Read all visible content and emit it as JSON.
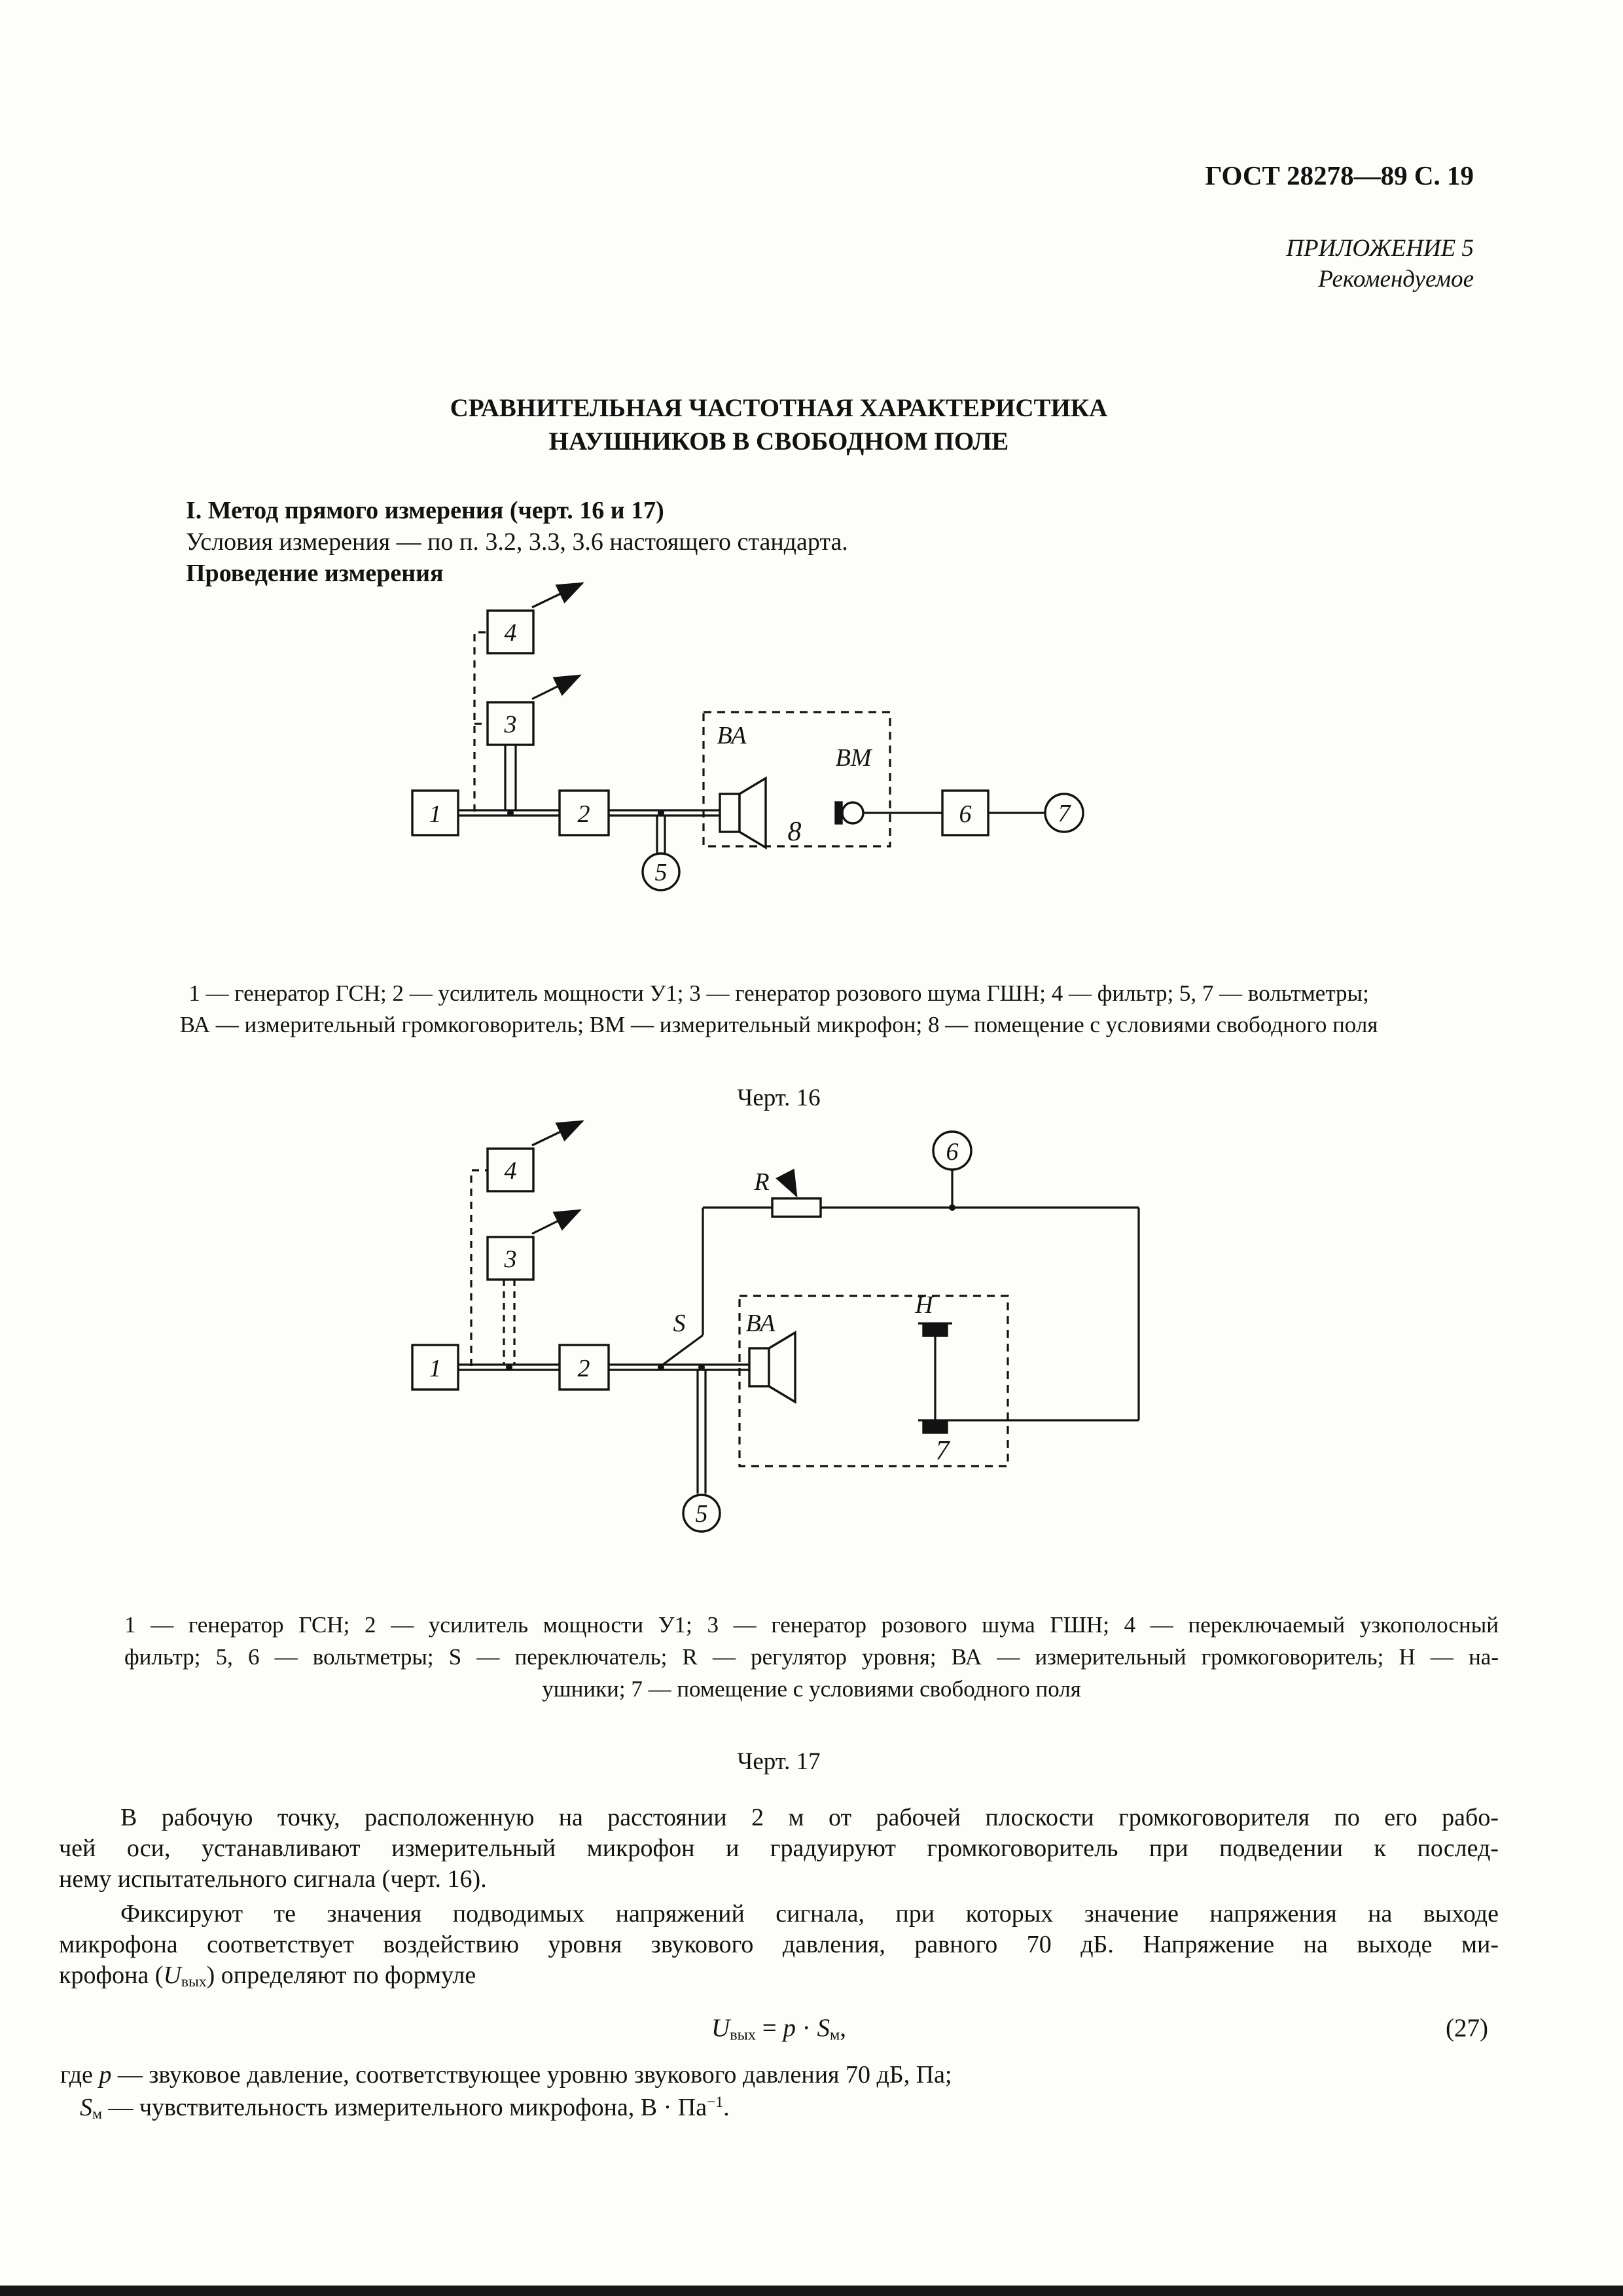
{
  "page": {
    "doc_ref": "ГОСТ 28278—89 С. 19",
    "appendix": "ПРИЛОЖЕНИЕ 5",
    "appendix_note": "Рекомендуемое",
    "title_line1": "СРАВНИТЕЛЬНАЯ ЧАСТОТНАЯ ХАРАКТЕРИСТИКА",
    "title_line2": "НАУШНИКОВ В СВОБОДНОМ ПОЛЕ"
  },
  "section": {
    "method_heading": "I.  Метод прямого измерения (черт. 16 и 17)",
    "conditions": "Условия измерения — по п. 3.2, 3.3, 3.6 настоящего стандарта.",
    "procedure_heading": "Проведение измерения"
  },
  "fig16": {
    "labels": {
      "b1": "1",
      "b2": "2",
      "b3": "3",
      "b4": "4",
      "v5": "5",
      "b6": "6",
      "v7": "7",
      "room": "8",
      "ba": "ВА",
      "bm": "ВМ"
    },
    "caption_line1": "1 — генератор ГСН; 2 — усилитель мощности У1; 3 — генератор розового шума ГШН; 4 — фильтр; 5, 7 — вольтметры;",
    "caption_line2": "ВА — измерительный громкоговоритель; ВМ — измерительный микрофон; 8 — помещение с условиями свободного поля",
    "fig_label": "Черт. 16"
  },
  "fig17": {
    "labels": {
      "b1": "1",
      "b2": "2",
      "b3": "3",
      "b4": "4",
      "v5": "5",
      "v6": "6",
      "room": "7",
      "ba": "ВА",
      "h": "Н",
      "s": "S",
      "r": "R"
    },
    "caption_line1": "1 — генератор ГСН; 2 — усилитель мощности У1; 3 — генератор розового шума ГШН; 4 — переключаемый узкополосный",
    "caption_line2": "фильтр; 5, 6 — вольтметры; S — переключатель;  R — регулятор уровня;  ВА — измерительный громкоговоритель;  Н — на-",
    "caption_line3": "ушники; 7 — помещение с условиями свободного поля",
    "fig_label": "Черт. 17"
  },
  "body": {
    "p1_line1": "В рабочую точку, расположенную на расстоянии 2 м от рабочей плоскости громкоговорителя по его рабо-",
    "p1_line2": "чей оси, устанавливают измерительный микрофон и градуируют громкоговоритель при подведении к послед-",
    "p1_line3": "нему испытательного сигнала (черт. 16).",
    "p2_line1": "Фиксируют те значения подводимых напряжений сигнала, при которых значение напряжения на выходе",
    "p2_line2": "микрофона соответствует воздействию уровня звукового давления, равного 70 дБ. Напряжение на выходе ми-",
    "p2_line3_a": "крофона (",
    "p2_line3_u": "U",
    "p2_line3_sub": "вых",
    "p2_line3_b": ") определяют по формуле",
    "formula": {
      "u": "U",
      "u_sub": "вых",
      "eq": " = ",
      "p": "p",
      "dot": " · ",
      "s": "S",
      "s_sub": "м",
      "comma": ",",
      "number": "(27)"
    },
    "where_line1_a": "где ",
    "where_line1_p": "p",
    "where_line1_b": " — звуковое давление, соответствующее уровню звукового давления 70 дБ, Па;",
    "where_line2_s": "S",
    "where_line2_sub": "м",
    "where_line2_a": " — чувствительность измерительного микрофона, В · Па",
    "where_line2_sup": "−1",
    "where_line2_b": "."
  }
}
